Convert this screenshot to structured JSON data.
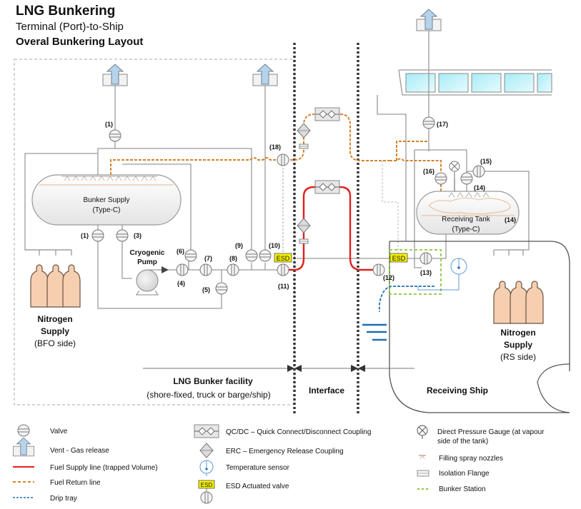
{
  "header": {
    "title": "LNG Bunkering",
    "subtitle": "Terminal (Port)-to-Ship",
    "subtitle2": "Overal Bunkering Layout"
  },
  "colors": {
    "fuel_supply": "#e02020",
    "fuel_return": "#d4822e",
    "drip_tray": "#1f6fb5",
    "bunker_station": "#8cc63f",
    "esd_fill": "#f5f000",
    "nitrogen_fill": "#f5cfb0",
    "vent_arrow": "#b7d3ea",
    "window_fill": "#bff0f8",
    "pipe": "#9a9a9a"
  },
  "bunker_facility": {
    "tank_label": "Bunker Supply",
    "tank_type": "(Type-C)",
    "pump_label1": "Cryogenic",
    "pump_label2": "Pump",
    "nitrogen_l1": "Nitrogen",
    "nitrogen_l2": "Supply",
    "nitrogen_l3": "(BFO side)",
    "valve_tags": [
      "(1)",
      "(1)",
      "(3)",
      "(4)",
      "(5)",
      "(6)",
      "(7)",
      "(8)",
      "(9)",
      "(10)",
      "(11)",
      "(18)"
    ],
    "esd_label": "ESD"
  },
  "receiving_ship": {
    "tank_label": "Receiving Tank",
    "tank_type": "(Type-C)",
    "tank_tag": "(14)",
    "nitrogen_l1": "Nitrogen",
    "nitrogen_l2": "Supply",
    "nitrogen_l3": "(RS side)",
    "valve_tags": [
      "(12)",
      "(13)",
      "(14)",
      "(15)",
      "(16)",
      "(17)"
    ],
    "esd_label": "ESD"
  },
  "zones": {
    "facility_l1": "LNG Bunker facility",
    "facility_l2": "(shore-fixed, truck or barge/ship)",
    "interface": "Interface",
    "ship": "Receiving Ship"
  },
  "legend": {
    "col1": [
      {
        "icon": "valve-icon",
        "label": "Valve"
      },
      {
        "icon": "vent-icon",
        "label": "Vent - Gas release"
      },
      {
        "icon": "fuel-supply-line-icon",
        "label": "Fuel Supply line (trapped Volume)"
      },
      {
        "icon": "fuel-return-line-icon",
        "label": "Fuel Return line"
      },
      {
        "icon": "drip-tray-line-icon",
        "label": "Drip tray"
      }
    ],
    "col2": [
      {
        "icon": "qcdc-coupling-icon",
        "label": "QC/DC – Quick Connect/Disconnect Coupling"
      },
      {
        "icon": "erc-icon",
        "label": "ERC – Emergency Release Coupling"
      },
      {
        "icon": "temperature-sensor-icon",
        "label": "Temperature sensor"
      },
      {
        "icon": "esd-valve-icon",
        "label": "ESD Actuated valve"
      }
    ],
    "col3": [
      {
        "icon": "pressure-gauge-icon",
        "label": "Direct Pressure Gauge (at vapour",
        "label2": "side of the tank)"
      },
      {
        "icon": "spray-nozzle-icon",
        "label": "Filling spray nozzles"
      },
      {
        "icon": "isolation-flange-icon",
        "label": "Isolation Flange"
      },
      {
        "icon": "bunker-station-line-icon",
        "label": "Bunker Station"
      }
    ],
    "esd_badge": "ESD"
  }
}
